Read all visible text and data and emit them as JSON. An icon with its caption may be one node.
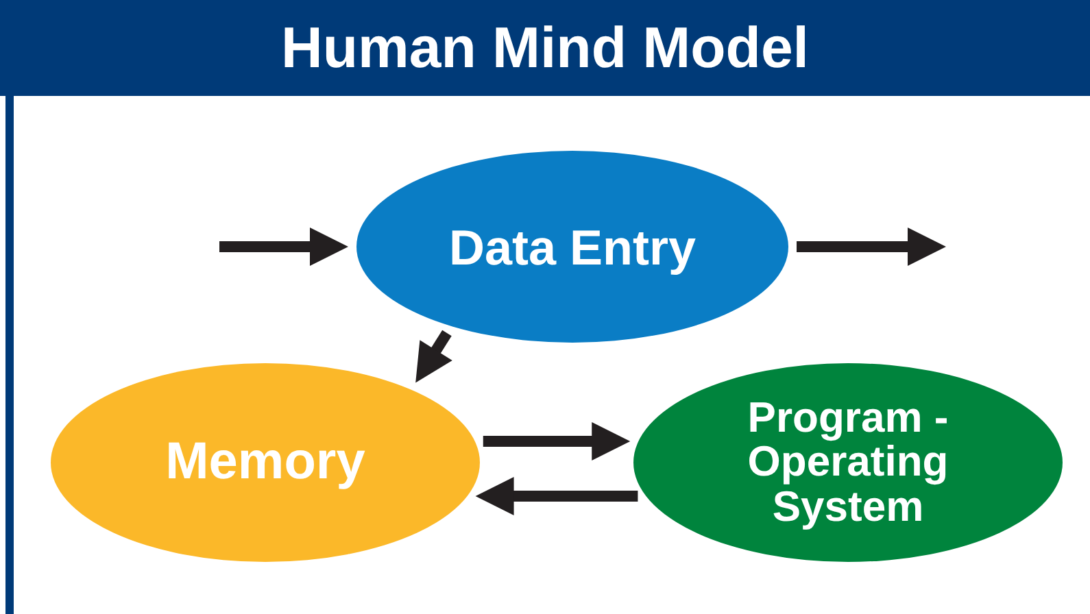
{
  "diagram": {
    "title": "Human Mind Model",
    "nodes": [
      {
        "text": [
          "Data Entry"
        ]
      },
      {
        "text": [
          "Memory"
        ]
      },
      {
        "text": [
          "Program - Operating System"
        ]
      }
    ],
    "edges": [
      {
        "from": null,
        "to": 0,
        "arrow": "to"
      },
      {
        "from": 0,
        "to": null,
        "arrow": "to"
      },
      {
        "from": 0,
        "to": 1,
        "arrow": "to"
      },
      {
        "from": 1,
        "to": 2,
        "arrow": "to"
      },
      {
        "from": 2,
        "to": 1,
        "arrow": "to"
      }
    ]
  }
}
